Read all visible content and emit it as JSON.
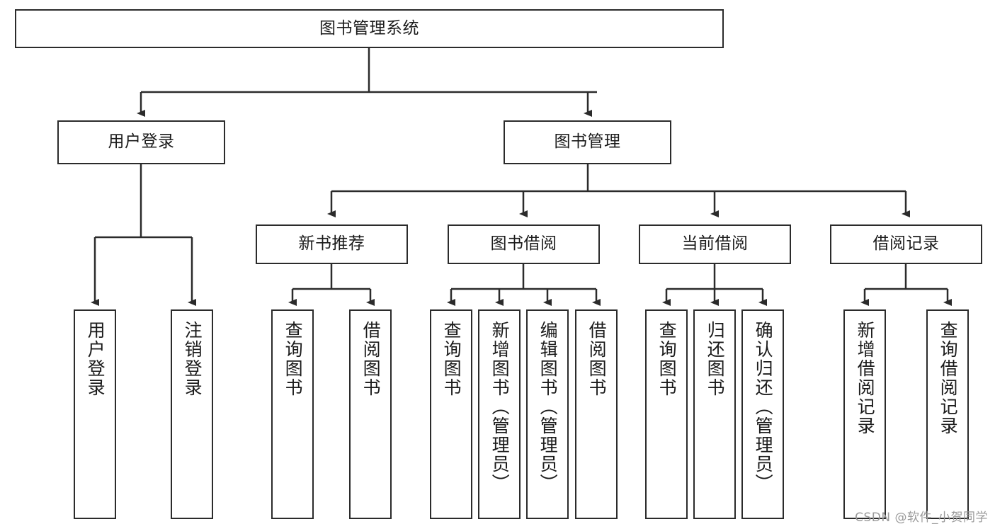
{
  "diagram": {
    "title": "图书管理系统",
    "type": "tree-hierarchy-diagram",
    "root": {
      "label": "图书管理系统"
    },
    "level1": [
      {
        "label": "用户登录"
      },
      {
        "label": "图书管理"
      }
    ],
    "level2": [
      {
        "label": "新书推荐"
      },
      {
        "label": "图书借阅"
      },
      {
        "label": "当前借阅"
      },
      {
        "label": "借阅记录"
      }
    ],
    "leaves": {
      "user_login": [
        {
          "label": "用户登录"
        },
        {
          "label": "注销登录"
        }
      ],
      "new_book_recommend": [
        {
          "label": "查询图书"
        },
        {
          "label": "借阅图书"
        }
      ],
      "book_borrow": [
        {
          "label": "查询图书"
        },
        {
          "label": "新增图书（管理员）"
        },
        {
          "label": "编辑图书（管理员）"
        },
        {
          "label": "借阅图书"
        }
      ],
      "current_borrow": [
        {
          "label": "查询图书"
        },
        {
          "label": "归还图书"
        },
        {
          "label": "确认归还（管理员）"
        }
      ],
      "borrow_record": [
        {
          "label": "新增借阅记录"
        },
        {
          "label": "查询借阅记录"
        }
      ]
    },
    "watermark": "CSDN @软件_小贺同学",
    "colors": {
      "stroke": "#2b2b2b",
      "background": "#ffffff",
      "text": "#1b1b1b",
      "watermark": "#9a9a9a"
    }
  }
}
